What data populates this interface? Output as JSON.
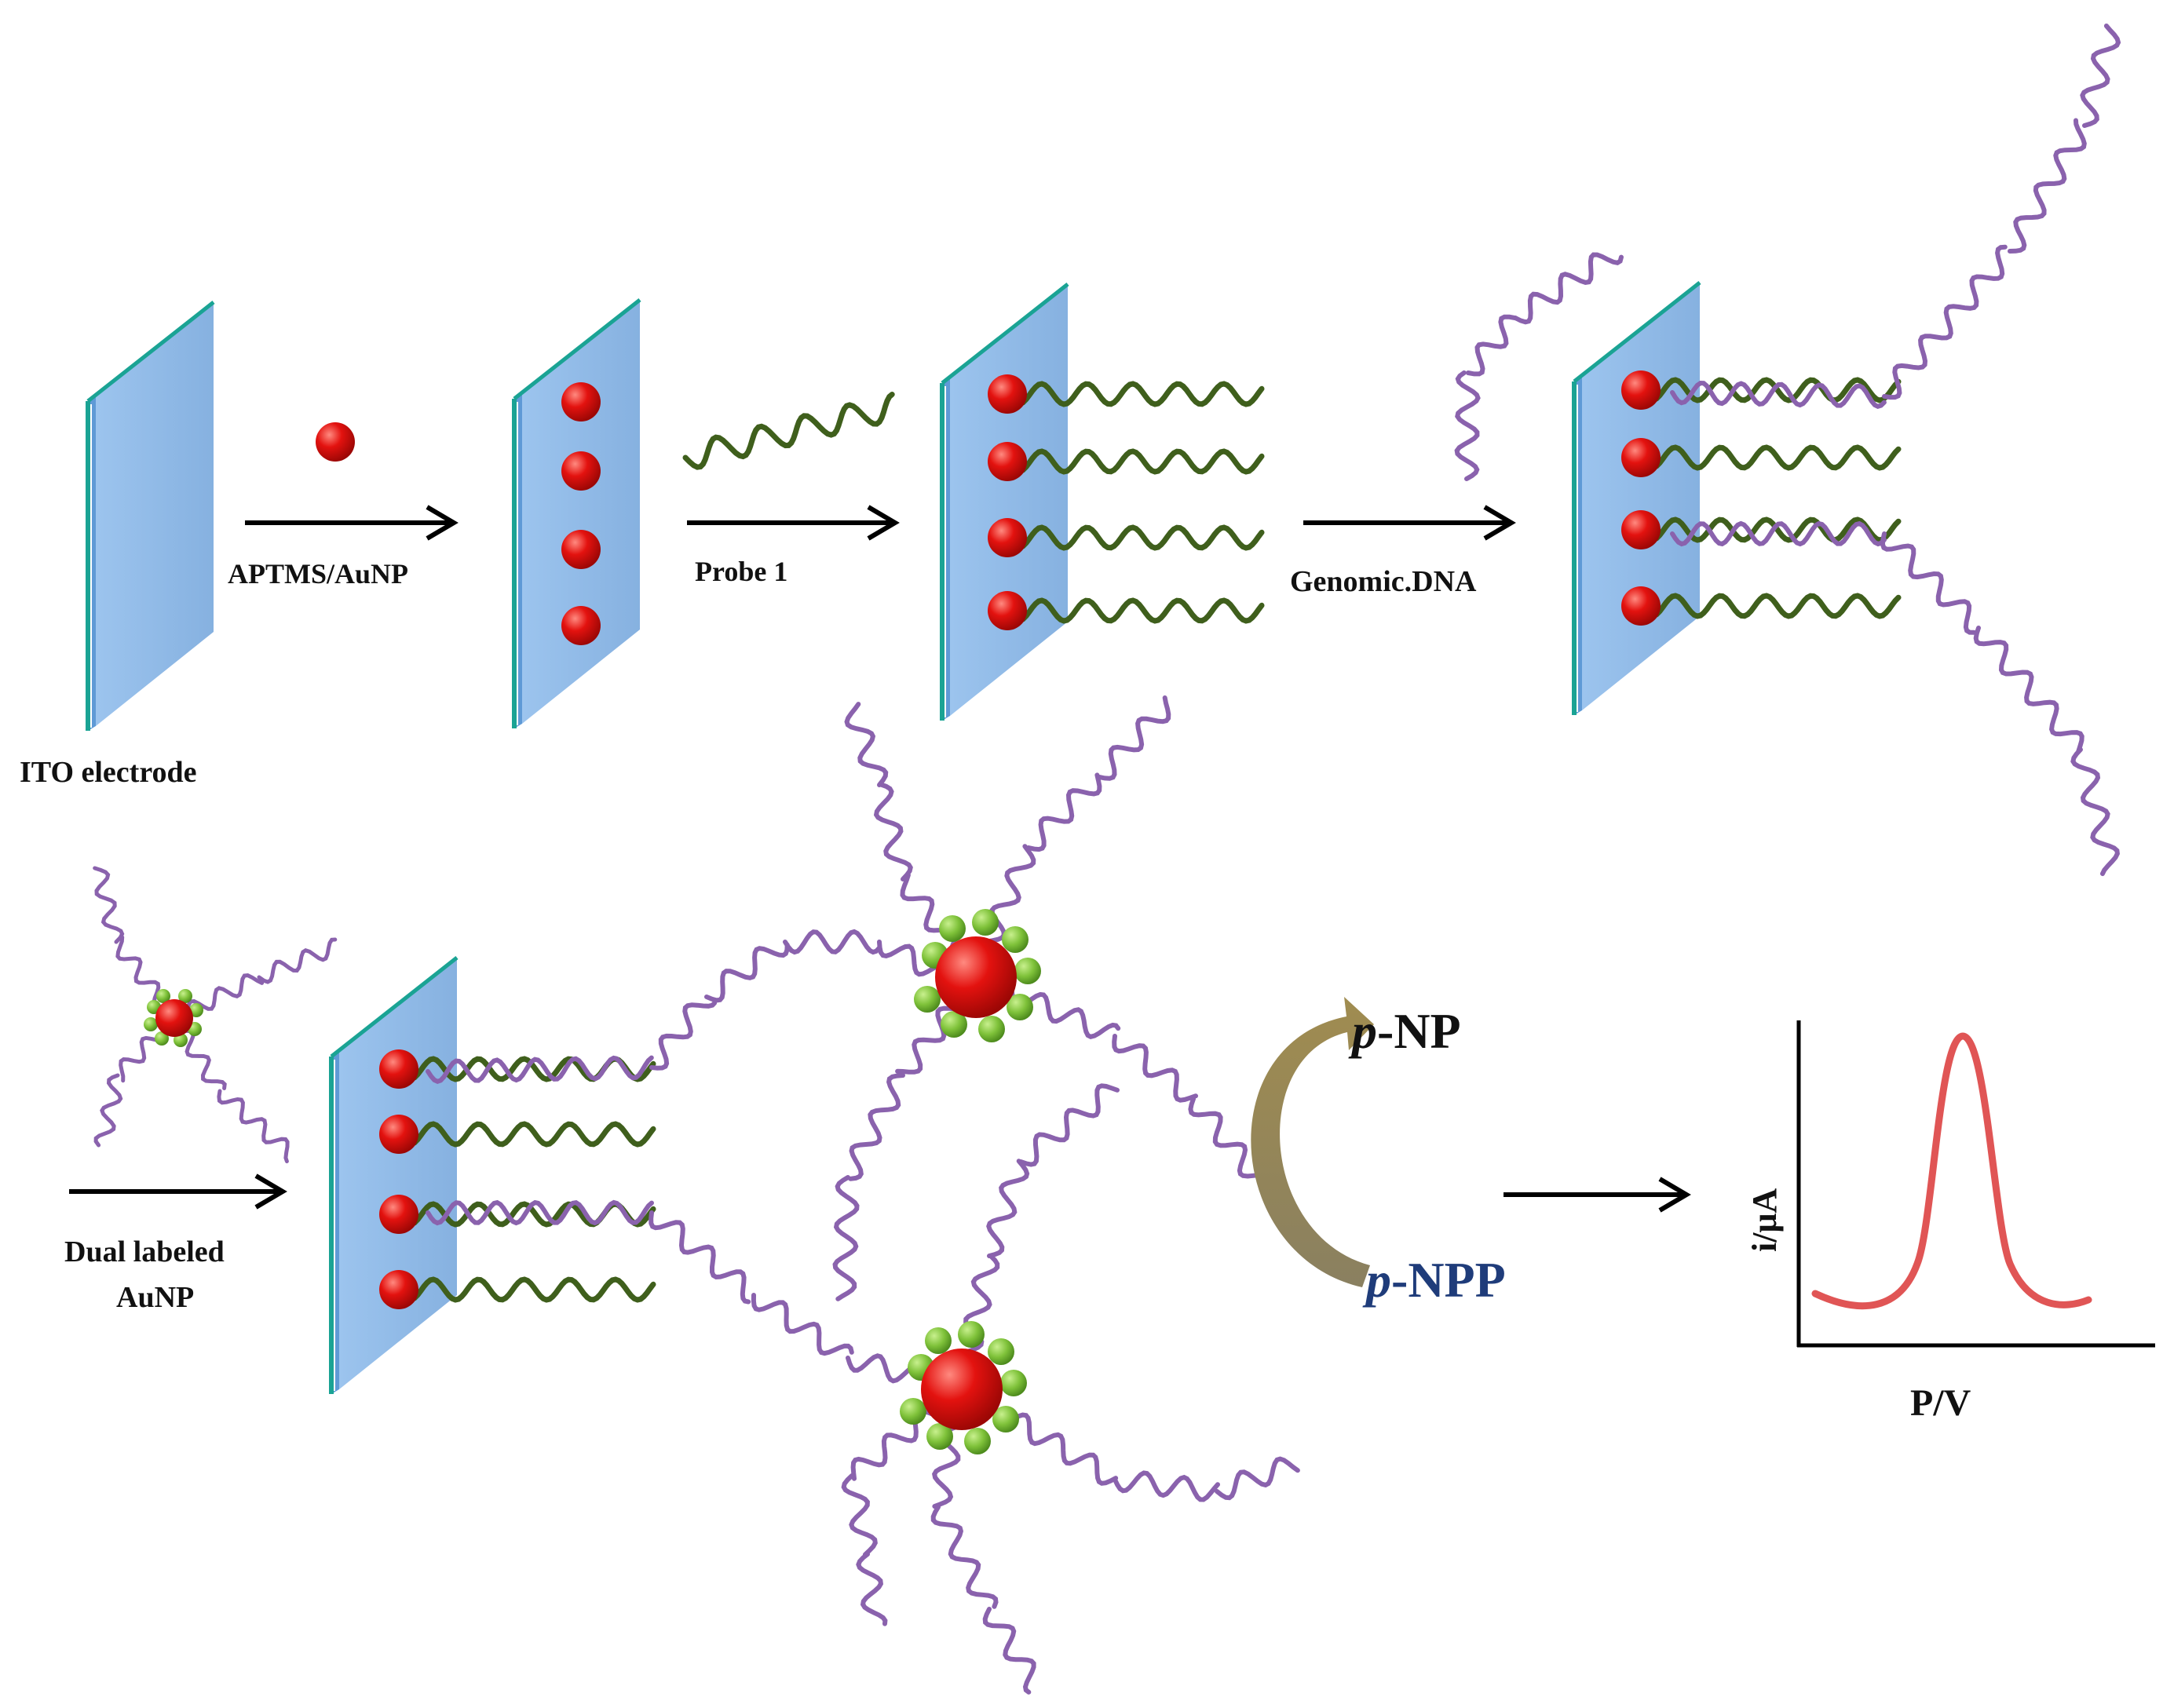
{
  "labels": {
    "ito_electrode": "ITO electrode",
    "aptms_aunp": "APTMS/AuNP",
    "probe1": "Probe 1",
    "genomic_dna": "Genomic.DNA",
    "dual_labeled_line1": "Dual labeled",
    "dual_labeled_line2": "AuNP",
    "pnp_p": "p",
    "pnp_rest": "-NP",
    "pnpp_p": "p",
    "pnpp_rest": "-NPP",
    "y_axis": "i/μA",
    "x_axis": "P/V"
  },
  "colors": {
    "electrode_face": "#8fb8e6",
    "electrode_edge": "#1aa394",
    "nanoparticle": "#e3120f",
    "label_bead": "#7fc23a",
    "probe_strand": "#3f5f1c",
    "genomic_strand": "#8a62ad",
    "curve": "#e05555",
    "curved_arrow": "#9a8a55",
    "pnpp_text": "#1f3c7a"
  },
  "icons": {
    "arrow": "right-arrow-icon",
    "curved_arrow": "curved-arrow-icon"
  }
}
